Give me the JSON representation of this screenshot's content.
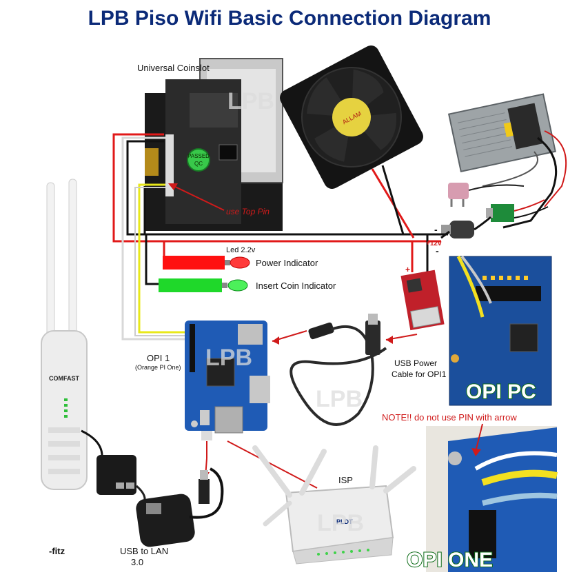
{
  "title": "LPB Piso Wifi Basic Connection Diagram",
  "labels": {
    "coinslot": "Universal Coinslot",
    "use_top_pin": "use Top Pin",
    "led": "Led 2.2v",
    "power_indicator": "Power Indicator",
    "insert_coin_indicator": "Insert Coin Indicator",
    "opi1": "OPI 1",
    "opi1_sub": "(Orange PI One)",
    "usb_power_1": "USB Power",
    "usb_power_2": "Cable for OPI1",
    "note": "NOTE!! do not  use PIN with arrow",
    "isp": "ISP",
    "usb_lan_1": "USB to LAN",
    "usb_lan_2": "3.0",
    "author": "-fitz",
    "opi_pc": "OPI PC",
    "opi_one": "OPI ONE",
    "minus": "-",
    "plus": "+",
    "plus12": "+12v",
    "watermark": "LPB",
    "coinslot_badge_1": "PASSED",
    "coinslot_badge_2": "QC",
    "fan_brand": "ALLAM",
    "router_brand": "PLDT",
    "ap_brand": "COMFAST"
  },
  "colors": {
    "title": "#0b2a78",
    "wire_red": "#e11919",
    "wire_black": "#111111",
    "wire_yellow": "#e8e81a",
    "wire_white": "#d8d8d8",
    "led_red": "#ff1010",
    "led_green": "#1fd82a",
    "board_blue": "#1f5bb5",
    "opi_tag_green": "#0b6b16"
  }
}
